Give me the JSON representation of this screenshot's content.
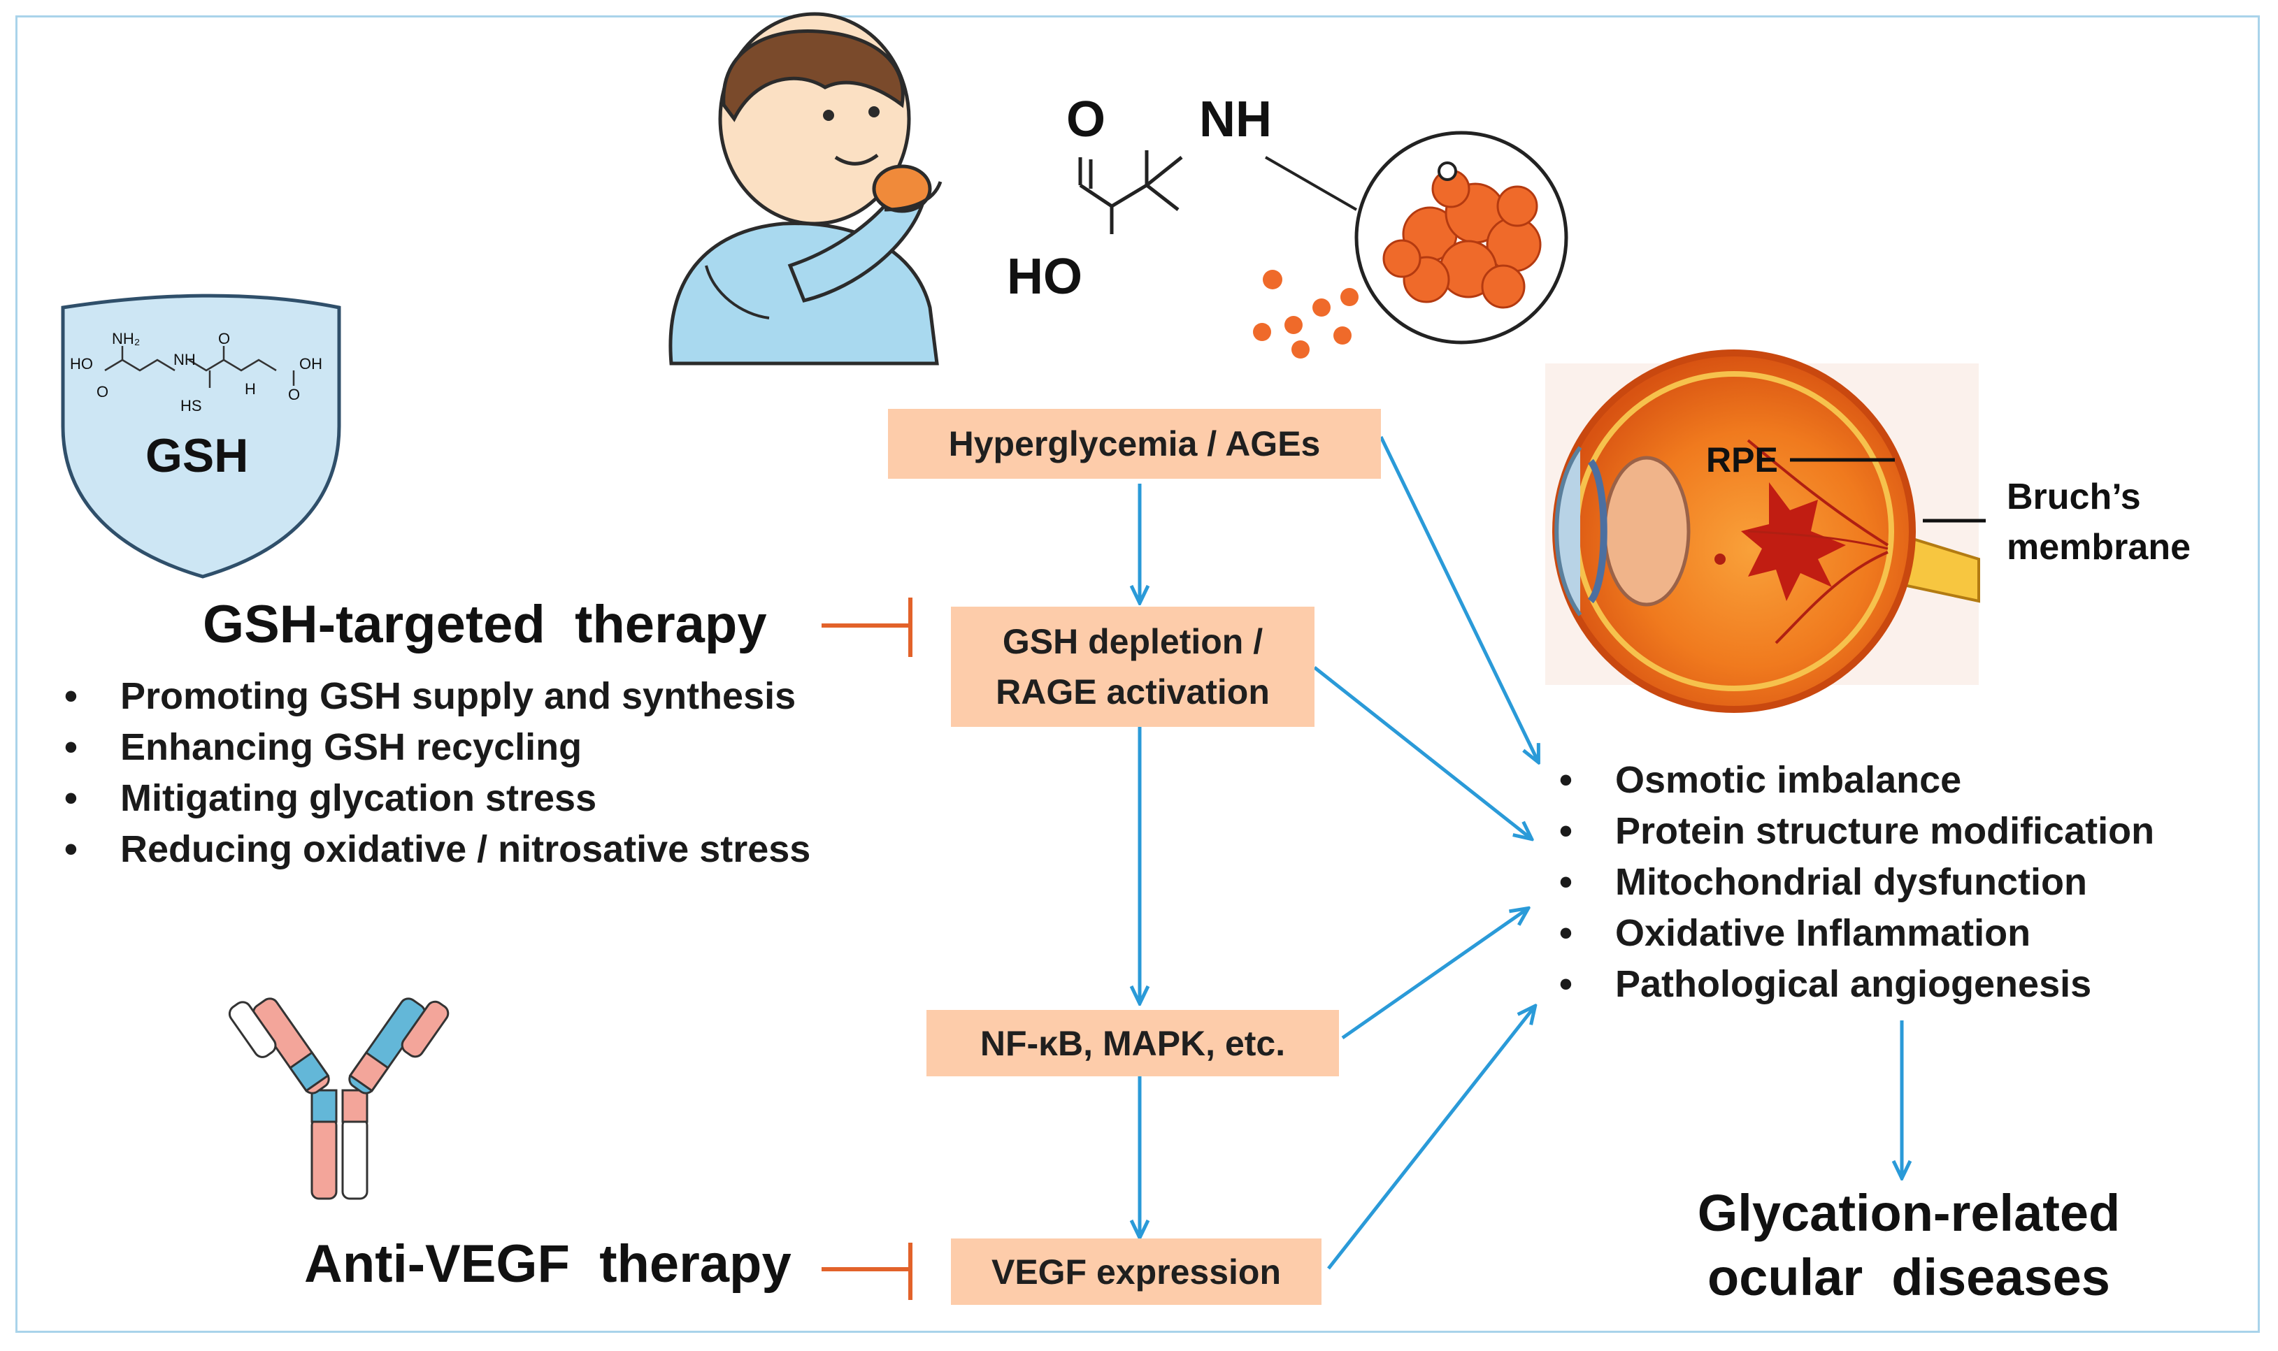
{
  "pathway": {
    "hyperglycemia": "Hyperglycemia / AGEs",
    "gsh_depletion_line1": "GSH depletion /",
    "gsh_depletion_line2": "RAGE activation",
    "signaling": "NF-κB, MAPK, etc.",
    "vegf": "VEGF expression"
  },
  "gsh_therapy": {
    "shield_label": "GSH",
    "title": "GSH-targeted  therapy",
    "items": [
      "Promoting GSH supply and synthesis",
      "Enhancing GSH recycling",
      "Mitigating glycation stress",
      "Reducing oxidative / nitrosative stress"
    ]
  },
  "anti_vegf": {
    "title": "Anti-VEGF  therapy"
  },
  "molecule": {
    "o": "O",
    "nh": "NH",
    "ho": "HO"
  },
  "gsh_structure": {
    "nh2": "NH₂",
    "ho": "HO",
    "nh": "NH",
    "oh": "OH",
    "hs": "HS",
    "h": "H",
    "o": "O"
  },
  "eye": {
    "rpe": "RPE",
    "bruch_line1": "Bruch’s",
    "bruch_line2": "membrane"
  },
  "effects": {
    "items": [
      "Osmotic imbalance",
      "Protein structure modification",
      "Mitochondrial dysfunction",
      "Oxidative Inflammation",
      "Pathological angiogenesis"
    ]
  },
  "outcome": {
    "line1": "Glycation-related",
    "line2": "ocular  diseases"
  },
  "colors": {
    "box_fill": "#fdccaa",
    "arrow": "#2a9ad8",
    "inhibit": "#e2622a",
    "border": "#a9d3ea"
  }
}
